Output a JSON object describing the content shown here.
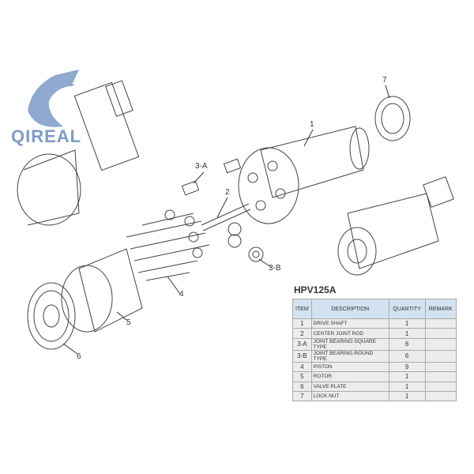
{
  "logo": {
    "text": "QIREAL"
  },
  "callouts": [
    "1",
    "2",
    "3-A",
    "3-B",
    "4",
    "5",
    "6",
    "7"
  ],
  "table": {
    "title": "HPV125A",
    "headers": [
      "ITEM",
      "DESCRIPTION",
      "QUANTITY",
      "REMARK"
    ],
    "rows": [
      {
        "item": "1",
        "description": "DRIVE SHAFT",
        "quantity": "1",
        "remark": ""
      },
      {
        "item": "2",
        "description": "CENTER JOINT ROD",
        "quantity": "1",
        "remark": ""
      },
      {
        "item": "3-A",
        "description": "JOINT BEARING-SQUARE TYPE",
        "quantity": "6",
        "remark": ""
      },
      {
        "item": "3-B",
        "description": "JOINT BEARING-ROUND TYPE",
        "quantity": "6",
        "remark": ""
      },
      {
        "item": "4",
        "description": "PISTON",
        "quantity": "9",
        "remark": ""
      },
      {
        "item": "5",
        "description": "ROTOR",
        "quantity": "1",
        "remark": ""
      },
      {
        "item": "6",
        "description": "VALVE PLATE",
        "quantity": "1",
        "remark": ""
      },
      {
        "item": "7",
        "description": "LOCK NUT",
        "quantity": "1",
        "remark": ""
      }
    ]
  }
}
